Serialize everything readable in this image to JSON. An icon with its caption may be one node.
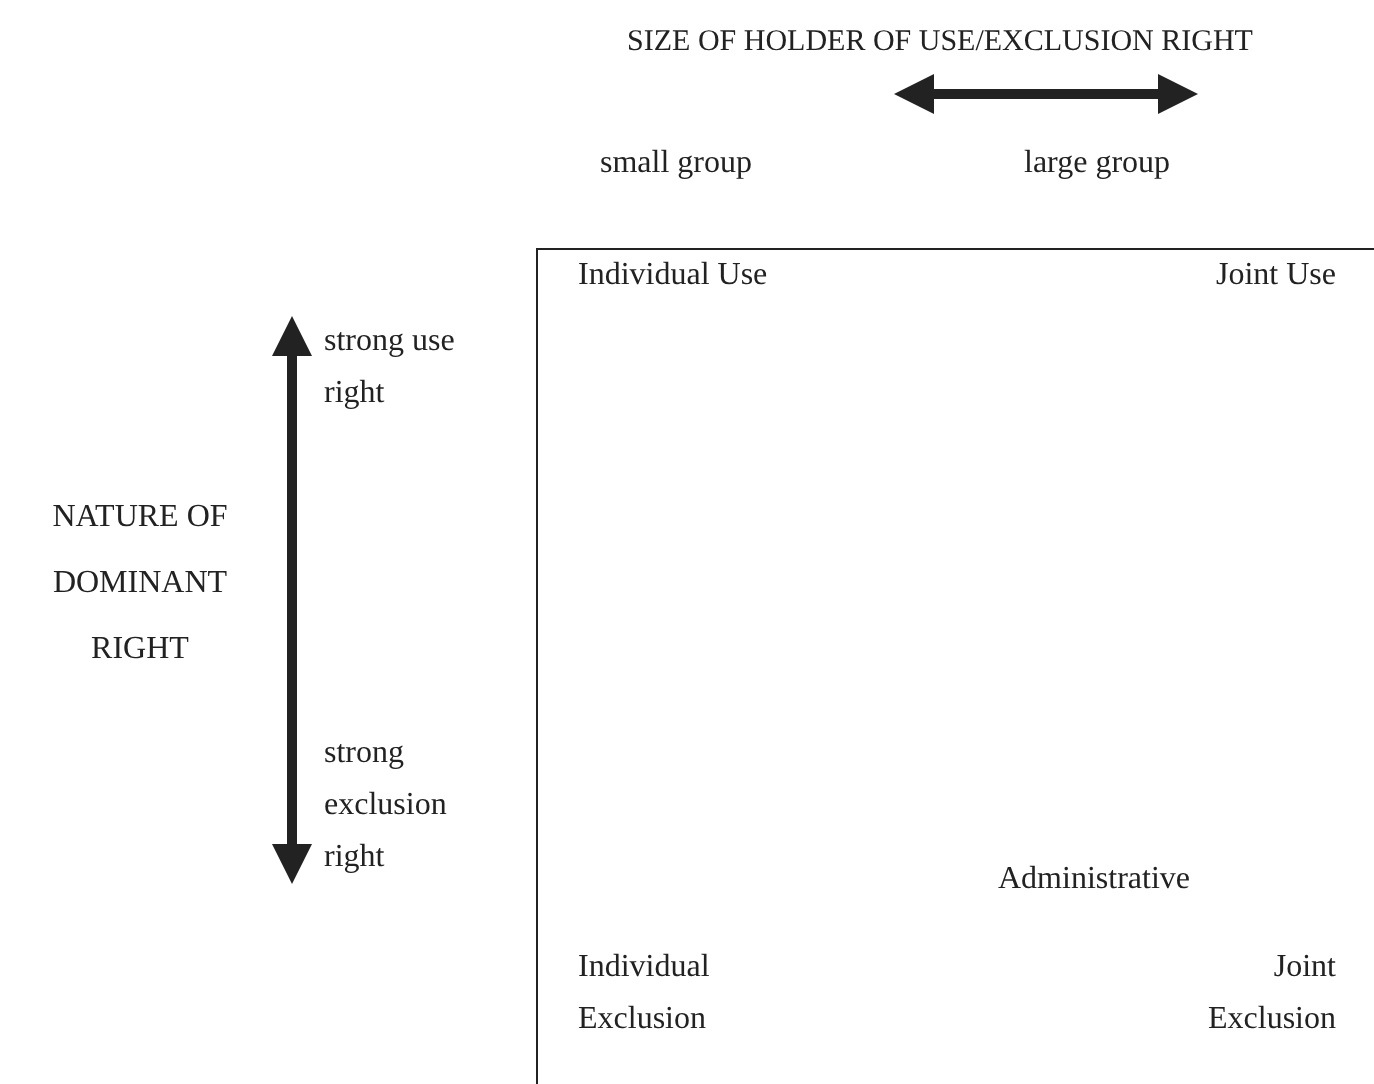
{
  "diagram": {
    "title": "SIZE OF HOLDER OF USE/EXCLUSION RIGHT",
    "nodes": [
      {
        "text": [
          "Individual Use",
          "Joint Use",
          "Administrative",
          "Individual Exclusion",
          "Joint Exclusion"
        ]
      }
    ],
    "edges": [],
    "labels": [
      "small group",
      "large group",
      "strong use right",
      "NATURE OF DOMINANT RIGHT",
      "strong exclusion right"
    ]
  }
}
